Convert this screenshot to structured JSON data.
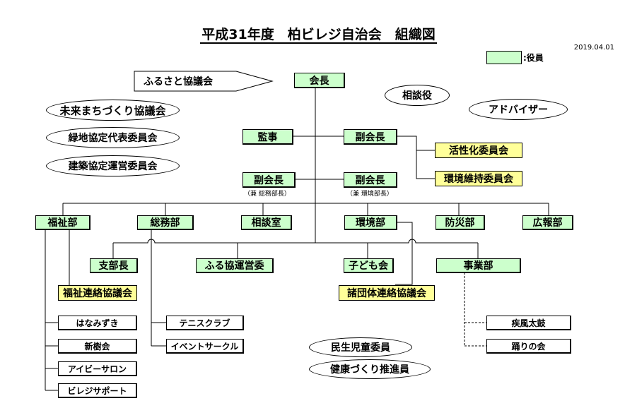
{
  "title": "平成31年度　柏ビレジ自治会　組織図",
  "date": "2019.04.01",
  "legend": {
    "label": ":役員",
    "color": "#ccffcc"
  },
  "colors": {
    "officer": "#ccffcc",
    "committee": "#ffff99",
    "group": "#ffffff"
  },
  "furusato": "ふるさと協議会",
  "left_ovals": [
    "未来まちづくり協議会",
    "緑地協定代表委員会",
    "建築協定運営委員会"
  ],
  "advisors": {
    "soudanyaku": "相談役",
    "adviser": "アドバイザー"
  },
  "officers": {
    "president": "会長",
    "auditor": "監事",
    "vp_main": "副会長",
    "vp_general": "副会長",
    "vp_general_note": "（兼 総務部長）",
    "vp_env": "副会長",
    "vp_env_note": "（兼 環境部長）"
  },
  "committees": {
    "kasseika": "活性化委員会",
    "kankyo_iji": "環境維持委員会"
  },
  "departments": [
    "福祉部",
    "総務部",
    "相談室",
    "環境部",
    "防災部",
    "広報部"
  ],
  "second_level": {
    "branch": "支部長",
    "furu_kyou": "ふる協運営委",
    "kodomo": "子ども会",
    "jigyou": "事業部"
  },
  "councils": {
    "fukushi": "福祉連絡協議会",
    "shodantai": "諸団体連絡協議会"
  },
  "welfare_groups": [
    "はなみずき",
    "新樹会",
    "アイビーサロン",
    "ビレジサポート"
  ],
  "general_groups": [
    "テニスクラブ",
    "イベントサークル"
  ],
  "project_groups": [
    "疾風太鼓",
    "踊りの会"
  ],
  "bottom_ovals": [
    "民生児童委員",
    "健康づくり推進員"
  ]
}
